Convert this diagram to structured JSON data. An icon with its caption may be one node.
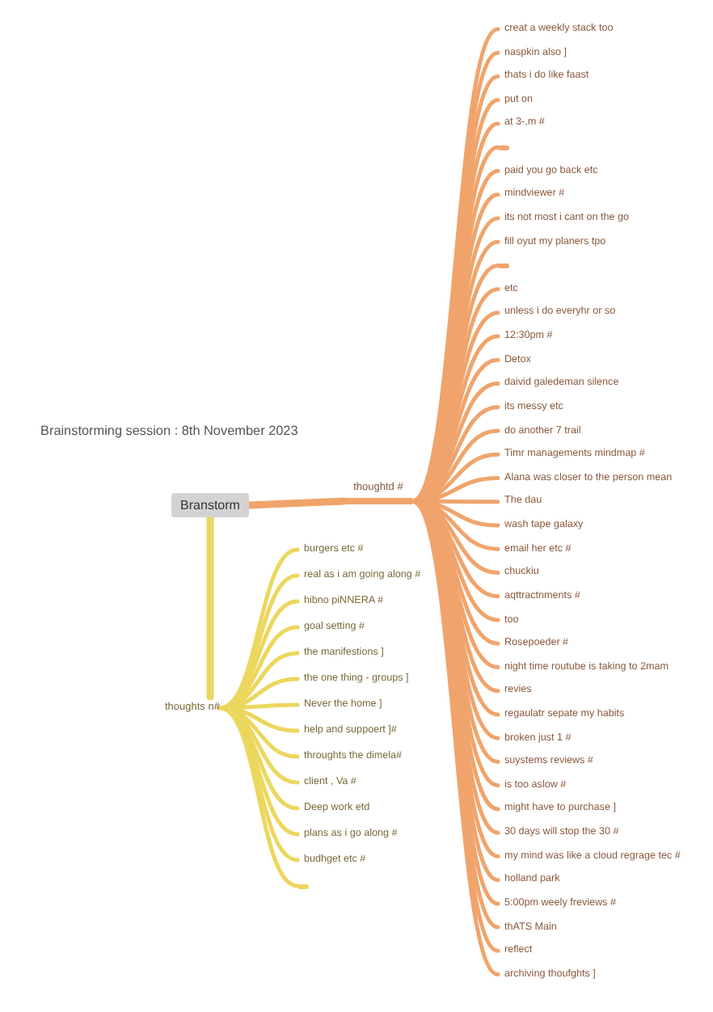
{
  "diagram": {
    "title": "Brainstorming session : 8th November 2023",
    "nodes": [
      {
        "text": [
          "Branstorm"
        ]
      },
      {
        "text": [
          "thoughtd #"
        ]
      },
      {
        "text": [
          "creat a weekly stack too"
        ]
      },
      {
        "text": [
          "naspkin also ]"
        ]
      },
      {
        "text": [
          "thats i do like faast"
        ]
      },
      {
        "text": [
          "put on"
        ]
      },
      {
        "text": [
          "at 3-,m #"
        ]
      },
      {
        "text": [],
        "shape": "bar"
      },
      {
        "text": [
          "paid you go back etc"
        ]
      },
      {
        "text": [
          "mindviewer #"
        ]
      },
      {
        "text": [
          "its not most i cant on the go"
        ]
      },
      {
        "text": [
          "fill oyut my planers tpo"
        ]
      },
      {
        "text": [],
        "shape": "bar"
      },
      {
        "text": [
          "etc"
        ]
      },
      {
        "text": [
          "unless i do everyhr or so"
        ]
      },
      {
        "text": [
          "12:30pm #"
        ]
      },
      {
        "text": [
          "Detox"
        ]
      },
      {
        "text": [
          "daivid galedeman silence"
        ]
      },
      {
        "text": [
          "its messy etc"
        ]
      },
      {
        "text": [
          "do another 7 trail"
        ]
      },
      {
        "text": [
          "Timr managements mindmap #"
        ]
      },
      {
        "text": [
          "Alana was closer to the person mean"
        ]
      },
      {
        "text": [
          "The dau"
        ]
      },
      {
        "text": [
          "wash tape galaxy"
        ]
      },
      {
        "text": [
          "email her etc #"
        ]
      },
      {
        "text": [
          "chuckiu"
        ]
      },
      {
        "text": [
          "aqttractnments #"
        ]
      },
      {
        "text": [
          "too"
        ]
      },
      {
        "text": [
          "Rosepoeder #"
        ]
      },
      {
        "text": [
          "night time routube is taking to 2mam"
        ]
      },
      {
        "text": [
          "revies"
        ]
      },
      {
        "text": [
          "regaulatr sepate my habits"
        ]
      },
      {
        "text": [
          "broken just 1 #"
        ]
      },
      {
        "text": [
          "suystems reviews #"
        ]
      },
      {
        "text": [
          "is too aslow #"
        ]
      },
      {
        "text": [
          "might have to purchase ]"
        ]
      },
      {
        "text": [
          "30 days will stop the 30 #"
        ]
      },
      {
        "text": [
          "my mind was like a cloud regrage tec #"
        ]
      },
      {
        "text": [
          "holland park"
        ]
      },
      {
        "text": [
          "5:00pm weely freviews #"
        ]
      },
      {
        "text": [
          "thATS Main"
        ]
      },
      {
        "text": [
          "reflect"
        ]
      },
      {
        "text": [
          "archiving thoufghts ]"
        ]
      },
      {
        "text": [
          "thoughts n#"
        ]
      },
      {
        "text": [
          "burgers etc #"
        ]
      },
      {
        "text": [
          "real as i am going along #"
        ]
      },
      {
        "text": [
          "hibno piNNERA #"
        ]
      },
      {
        "text": [
          "goal setting #"
        ]
      },
      {
        "text": [
          "the manifestions ]"
        ]
      },
      {
        "text": [
          "the one thing - groups ]"
        ]
      },
      {
        "text": [
          "Never the home ]"
        ]
      },
      {
        "text": [
          "help and suppoert ]#"
        ]
      },
      {
        "text": [
          "throughts the dimela#"
        ]
      },
      {
        "text": [
          "client , Va #"
        ]
      },
      {
        "text": [
          "Deep work etd"
        ]
      },
      {
        "text": [
          "plans as i go along #"
        ]
      },
      {
        "text": [
          "budhget etc #"
        ]
      },
      {
        "text": [],
        "shape": "bar"
      }
    ],
    "edges": [
      {
        "from": 0,
        "to": 1,
        "arrow": "none",
        "style": "thick"
      },
      {
        "from": 1,
        "to": 2,
        "arrow": "none"
      },
      {
        "from": 1,
        "to": 3,
        "arrow": "none"
      },
      {
        "from": 1,
        "to": 4,
        "arrow": "none"
      },
      {
        "from": 1,
        "to": 5,
        "arrow": "none"
      },
      {
        "from": 1,
        "to": 6,
        "arrow": "none"
      },
      {
        "from": 1,
        "to": 7,
        "arrow": "none"
      },
      {
        "from": 1,
        "to": 8,
        "arrow": "none"
      },
      {
        "from": 1,
        "to": 9,
        "arrow": "none"
      },
      {
        "from": 1,
        "to": 10,
        "arrow": "none"
      },
      {
        "from": 1,
        "to": 11,
        "arrow": "none"
      },
      {
        "from": 1,
        "to": 12,
        "arrow": "none"
      },
      {
        "from": 1,
        "to": 13,
        "arrow": "none"
      },
      {
        "from": 1,
        "to": 14,
        "arrow": "none"
      },
      {
        "from": 1,
        "to": 15,
        "arrow": "none"
      },
      {
        "from": 1,
        "to": 16,
        "arrow": "none"
      },
      {
        "from": 1,
        "to": 17,
        "arrow": "none"
      },
      {
        "from": 1,
        "to": 18,
        "arrow": "none"
      },
      {
        "from": 1,
        "to": 19,
        "arrow": "none"
      },
      {
        "from": 1,
        "to": 20,
        "arrow": "none"
      },
      {
        "from": 1,
        "to": 21,
        "arrow": "none"
      },
      {
        "from": 1,
        "to": 22,
        "arrow": "none"
      },
      {
        "from": 1,
        "to": 23,
        "arrow": "none"
      },
      {
        "from": 1,
        "to": 24,
        "arrow": "none"
      },
      {
        "from": 1,
        "to": 25,
        "arrow": "none"
      },
      {
        "from": 1,
        "to": 26,
        "arrow": "none"
      },
      {
        "from": 1,
        "to": 27,
        "arrow": "none"
      },
      {
        "from": 1,
        "to": 28,
        "arrow": "none"
      },
      {
        "from": 1,
        "to": 29,
        "arrow": "none"
      },
      {
        "from": 1,
        "to": 30,
        "arrow": "none"
      },
      {
        "from": 1,
        "to": 31,
        "arrow": "none"
      },
      {
        "from": 1,
        "to": 32,
        "arrow": "none"
      },
      {
        "from": 1,
        "to": 33,
        "arrow": "none"
      },
      {
        "from": 1,
        "to": 34,
        "arrow": "none"
      },
      {
        "from": 1,
        "to": 35,
        "arrow": "none"
      },
      {
        "from": 1,
        "to": 36,
        "arrow": "none"
      },
      {
        "from": 1,
        "to": 37,
        "arrow": "none"
      },
      {
        "from": 1,
        "to": 38,
        "arrow": "none"
      },
      {
        "from": 1,
        "to": 39,
        "arrow": "none"
      },
      {
        "from": 1,
        "to": 40,
        "arrow": "none"
      },
      {
        "from": 1,
        "to": 41,
        "arrow": "none"
      },
      {
        "from": 1,
        "to": 42,
        "arrow": "none"
      },
      {
        "from": 0,
        "to": 43,
        "arrow": "none",
        "style": "thick",
        "color": "#ecd75e"
      },
      {
        "from": 43,
        "to": 44,
        "arrow": "none",
        "color": "#ecd75e"
      },
      {
        "from": 43,
        "to": 45,
        "arrow": "none",
        "color": "#ecd75e"
      },
      {
        "from": 43,
        "to": 46,
        "arrow": "none",
        "color": "#ecd75e"
      },
      {
        "from": 43,
        "to": 47,
        "arrow": "none",
        "color": "#ecd75e"
      },
      {
        "from": 43,
        "to": 48,
        "arrow": "none",
        "color": "#ecd75e"
      },
      {
        "from": 43,
        "to": 49,
        "arrow": "none",
        "color": "#ecd75e"
      },
      {
        "from": 43,
        "to": 50,
        "arrow": "none",
        "color": "#ecd75e"
      },
      {
        "from": 43,
        "to": 51,
        "arrow": "none",
        "color": "#ecd75e"
      },
      {
        "from": 43,
        "to": 52,
        "arrow": "none",
        "color": "#ecd75e"
      },
      {
        "from": 43,
        "to": 53,
        "arrow": "none",
        "color": "#ecd75e"
      },
      {
        "from": 43,
        "to": 54,
        "arrow": "none",
        "color": "#ecd75e"
      },
      {
        "from": 43,
        "to": 55,
        "arrow": "none",
        "color": "#ecd75e"
      },
      {
        "from": 43,
        "to": 56,
        "arrow": "none",
        "color": "#ecd75e"
      },
      {
        "from": 43,
        "to": 57,
        "arrow": "none",
        "color": "#ecd75e"
      }
    ]
  }
}
